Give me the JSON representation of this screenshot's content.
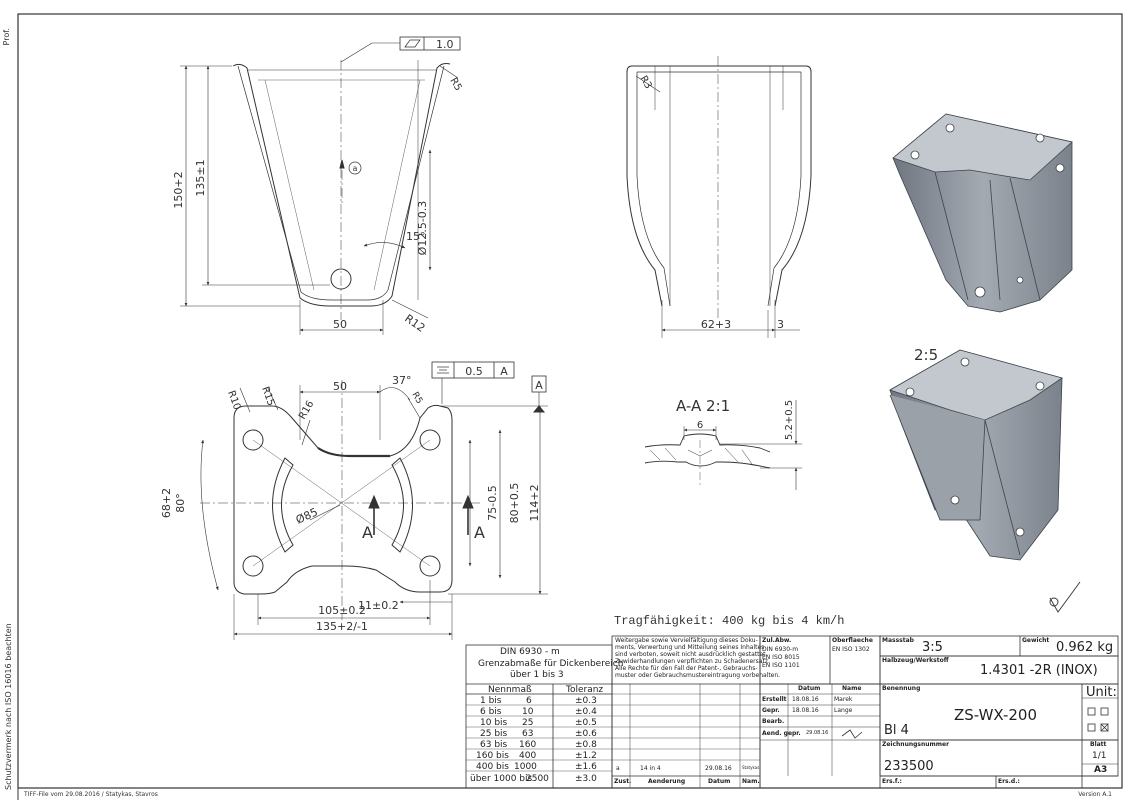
{
  "side_texts": {
    "top_left": "Prof.",
    "iso_note": "Schutzvermerk nach ISO 16016 beachten"
  },
  "footer": {
    "tiff_note": "TIFF-File vom 29.08.2016 / Statykas, Stavros",
    "version": "Version A.1"
  },
  "dims": {
    "flatness": "1.0",
    "r5": "R5",
    "h150": "150+2",
    "h135": "135±1",
    "datum_a": "a",
    "hole_dia": "Ø12.5-0.3",
    "angle15": "15°",
    "r12": "R12",
    "w50_top": "50",
    "r3": "R3",
    "w62": "62+3",
    "t3": "3",
    "scale_iso": "2:5",
    "r10": "R10",
    "r15": "R15",
    "w50_plan": "50",
    "ang37": "37°",
    "r16": "R16",
    "r5_plan": "R5",
    "sym_tol": "0.5",
    "sym_ref": "A",
    "datum_A": "A",
    "h68": "68+2",
    "ang80": "80°",
    "d85": "Ø85",
    "h75": "75-0.5",
    "h80": "80+0.5",
    "h114": "114+2",
    "section_left": "A",
    "section_right": "A",
    "d11": "11±0.2",
    "d105": "105±0.2",
    "d135": "135+2/-1",
    "section_title": "A-A 2:1",
    "sec_6": "6",
    "sec_52": "5.2+0.5",
    "capacity": "Tragfähigkeit: 400 kg bis 4 km/h"
  },
  "tolerance_table": {
    "title": "DIN 6930 - m",
    "subtitle_1": "Grenzabmaße für Dickenbereich",
    "subtitle_2": "über 1 bis 3",
    "headers": [
      "Nennmaß",
      "Toleranz"
    ],
    "rows": [
      [
        "1 bis",
        "6",
        "±0.3"
      ],
      [
        "6 bis",
        "10",
        "±0.4"
      ],
      [
        "10 bis",
        "25",
        "±0.5"
      ],
      [
        "25 bis",
        "63",
        "±0.6"
      ],
      [
        "63 bis",
        "160",
        "±0.8"
      ],
      [
        "160 bis",
        "400",
        "±1.2"
      ],
      [
        "400 bis",
        "1000",
        "±1.6"
      ],
      [
        "über 1000 bis",
        "2500",
        "±3.0"
      ]
    ]
  },
  "title_block": {
    "copyright": [
      "Weitergabe sowie Vervielfältigung dieses Doku-",
      "ments, Verwertung und Mitteilung seines Inhaltes",
      "sind verboten, soweit nicht ausdrücklich gestattet.",
      "Zuwiderhandlungen verpflichten zu Schadenersatz.",
      "Alle Rechte für den Fall der Patent-, Gebrauchs-",
      "muster oder Gebrauchsmustereintragung vorbehalten."
    ],
    "zul_abw_label": "Zul.Abw.",
    "zul_abw": [
      "DIN 6930-m",
      "EN ISO 8015",
      "EN ISO 1101"
    ],
    "oberflaeche_label": "Oberflaeche",
    "oberflaeche": "EN ISO 1302",
    "massstab_label": "Massstab",
    "massstab": "3:5",
    "gewicht_label": "Gewicht",
    "gewicht": "0.962 kg",
    "halbzeug_label": "Halbzeug/Werkstoff",
    "werkstoff": "1.4301 -2R (INOX)",
    "datum_label": "Datum",
    "name_label": "Name",
    "erstellt_label": "Erstellt",
    "erstellt_datum": "18.08.16",
    "erstellt_name": "Marek",
    "gepr_label": "Gepr.",
    "gepr_datum": "18.08.16",
    "gepr_name": "Lange",
    "bearb_label": "Bearb.",
    "aend_label": "Aend. gepr.",
    "aend_datum": "29.08.16",
    "benennung_label": "Benennung",
    "benennung": "ZS-WX-200",
    "bl": "Bl 4",
    "unit_label": "Unit:",
    "zeichnungsnummer_label": "Zeichnungsnummer",
    "zeichnungsnummer": "233500",
    "blatt_label": "Blatt",
    "blatt": "1/1",
    "format": "A3",
    "ers_f_label": "Ers.f.:",
    "ers_d_label": "Ers.d.:",
    "rev_index": "a",
    "rev_text": "14 in 4",
    "rev_date": "29.08.16",
    "rev_name": "Statykas",
    "zust_label": "Zust.",
    "aenderung_label": "Aenderung",
    "datum2_label": "Datum",
    "nam_label": "Nam."
  },
  "colors": {
    "line": "#333333",
    "iso_body": "#8c939c",
    "iso_dark": "#5d646d",
    "iso_light": "#c3c8ce"
  }
}
